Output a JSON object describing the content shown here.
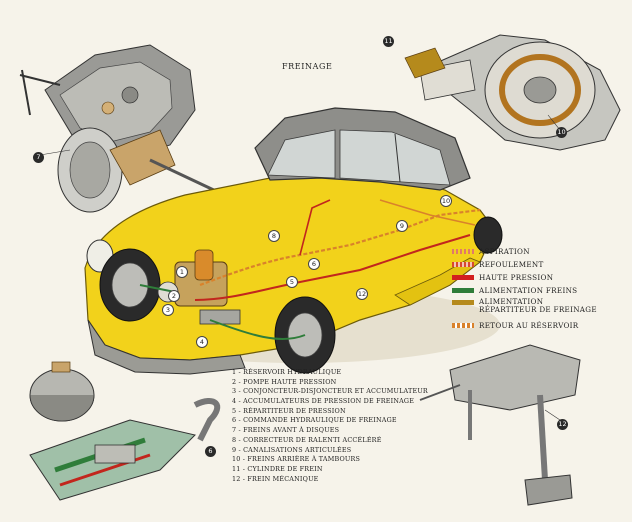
{
  "title": "FREINAGE",
  "legend": [
    {
      "label": "ASPIRATION",
      "color": "#e07a6a",
      "pattern": "hatched"
    },
    {
      "label": "REFOULEMENT",
      "color": "#d8492f",
      "pattern": "hatched"
    },
    {
      "label": "HAUTE PRESSION",
      "color": "#d21f1f",
      "pattern": "solid"
    },
    {
      "label": "ALIMENTATION FREINS",
      "color": "#2f7d3a",
      "pattern": "solid"
    },
    {
      "label": "ALIMENTATION",
      "color": "#b58a1c",
      "pattern": "solid"
    },
    {
      "label": "RÉPARTITEUR DE FREINAGE",
      "color": "",
      "pattern": "none"
    },
    {
      "label": "RETOUR AU RÉSERVOIR",
      "color": "#d9822b",
      "pattern": "dashed"
    }
  ],
  "parts": [
    "1 - RÉSERVOIR HYDRAULIQUE",
    "2 - POMPE HAUTE PRESSION",
    "3 - CONJONCTEUR-DISJONCTEUR ET ACCUMULATEUR",
    "4 - ACCUMULATEURS DE PRESSION DE FREINAGE",
    "5 - RÉPARTITEUR DE PRESSION",
    "6 - COMMANDE HYDRAULIQUE DE FREINAGE",
    "7 - FREINS AVANT À DISQUES",
    "8 - CORRECTEUR DE RALENTI ACCÉLÉRÉ",
    "9 - CANALISATIONS ARTICULÉES",
    "10 - FREINS ARRIÈRE À TAMBOURS",
    "11 - CYLINDRE DE FREIN",
    "12 - FREIN MÉCANIQUE"
  ],
  "callouts": [
    "7",
    "11",
    "10",
    "8",
    "9",
    "10",
    "1",
    "2",
    "3",
    "4",
    "5",
    "6",
    "12",
    "6",
    "12"
  ],
  "colors": {
    "body_yellow": "#f2d21b",
    "roof_grey": "#8e8e8a",
    "pipe_orange": "#d9822b",
    "pipe_red": "#c2261d",
    "pipe_green": "#2f7d3a"
  }
}
